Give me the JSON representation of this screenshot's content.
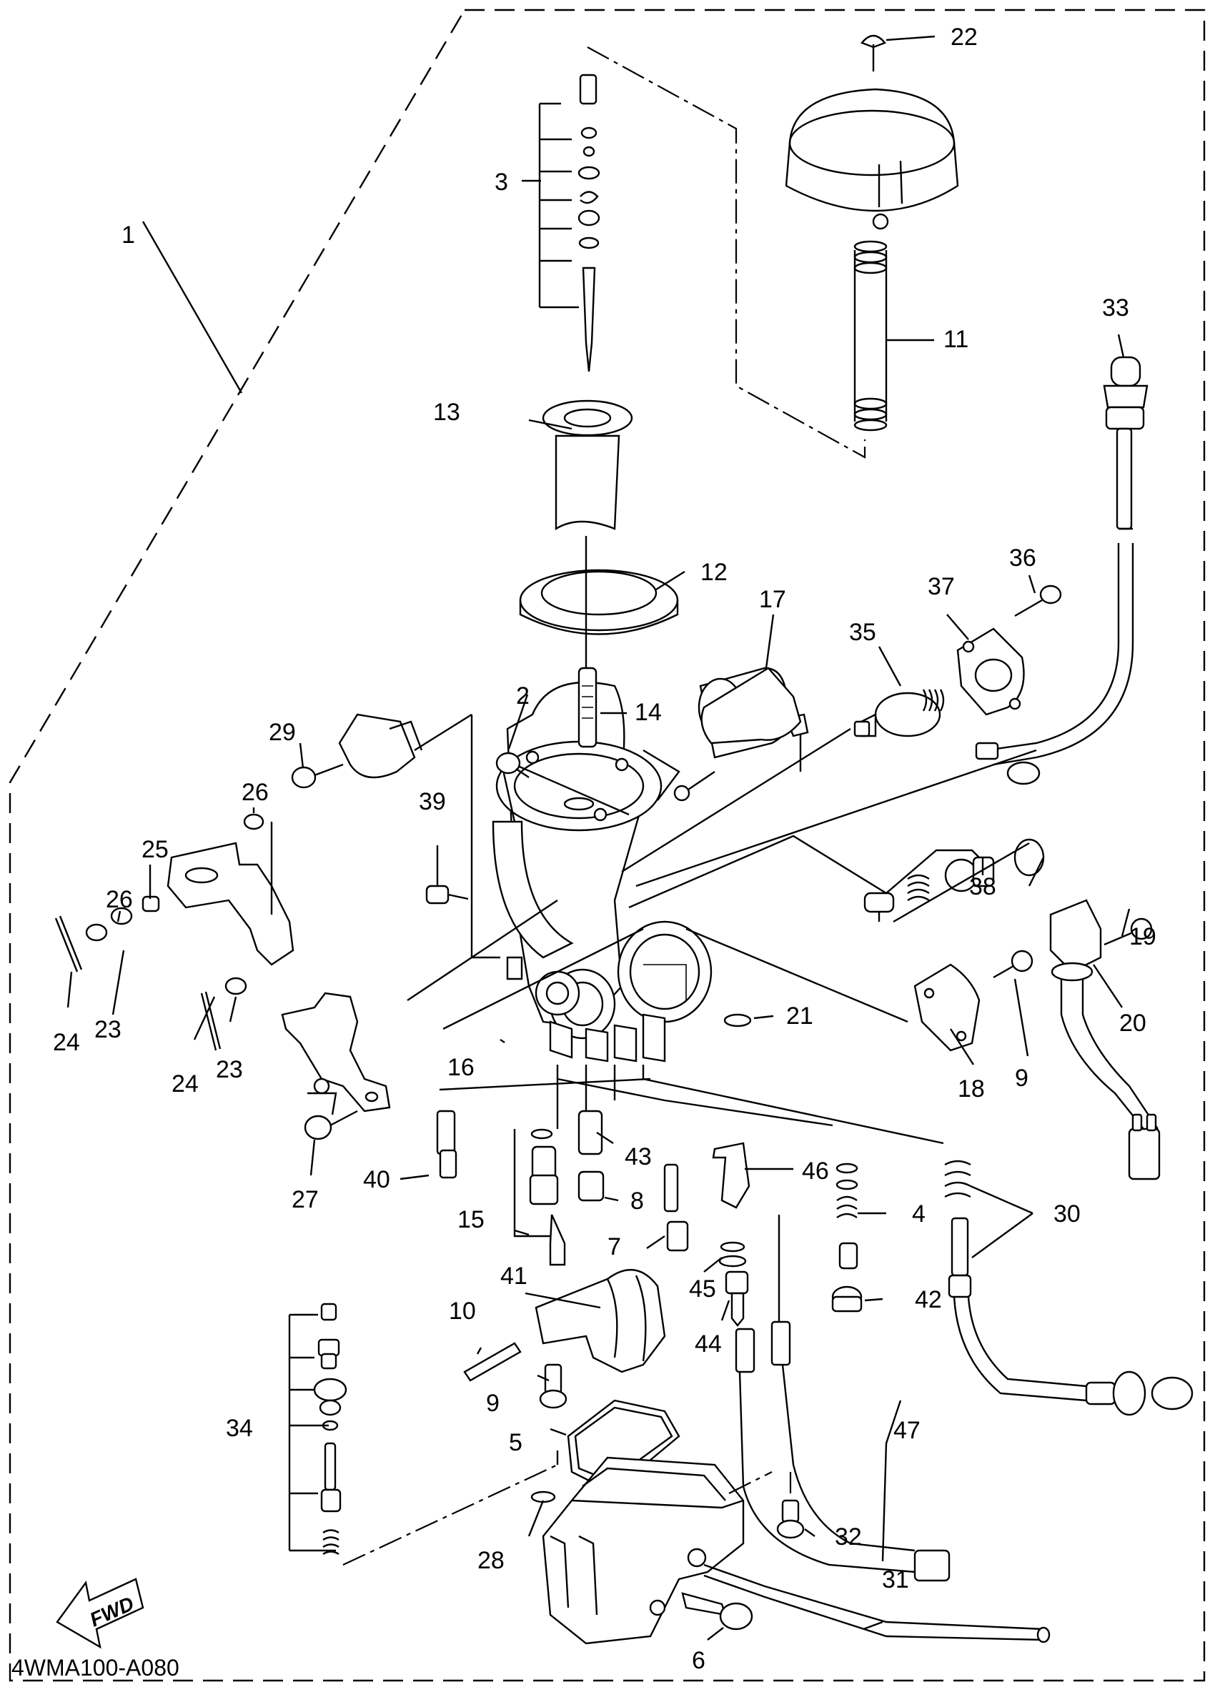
{
  "diagram": {
    "part_number": "4WMA100-A080",
    "fwd_label": "FWD",
    "callouts": {
      "c1": "1",
      "c2": "2",
      "c3": "3",
      "c4": "4",
      "c5": "5",
      "c6": "6",
      "c7": "7",
      "c8": "8",
      "c9a": "9",
      "c9b": "9",
      "c10": "10",
      "c11": "11",
      "c12": "12",
      "c13": "13",
      "c14": "14",
      "c15": "15",
      "c16": "16",
      "c17": "17",
      "c18": "18",
      "c19": "19",
      "c20": "20",
      "c21": "21",
      "c22": "22",
      "c23a": "23",
      "c23b": "23",
      "c24a": "24",
      "c24b": "24",
      "c25": "25",
      "c26a": "26",
      "c26b": "26",
      "c27": "27",
      "c28": "28",
      "c29": "29",
      "c30": "30",
      "c31": "31",
      "c32": "32",
      "c33": "33",
      "c34": "34",
      "c35": "35",
      "c36": "36",
      "c37": "37",
      "c38": "38",
      "c39": "39",
      "c40": "40",
      "c41": "41",
      "c42": "42",
      "c43": "43",
      "c44": "44",
      "c45": "45",
      "c46": "46",
      "c47": "47"
    }
  }
}
